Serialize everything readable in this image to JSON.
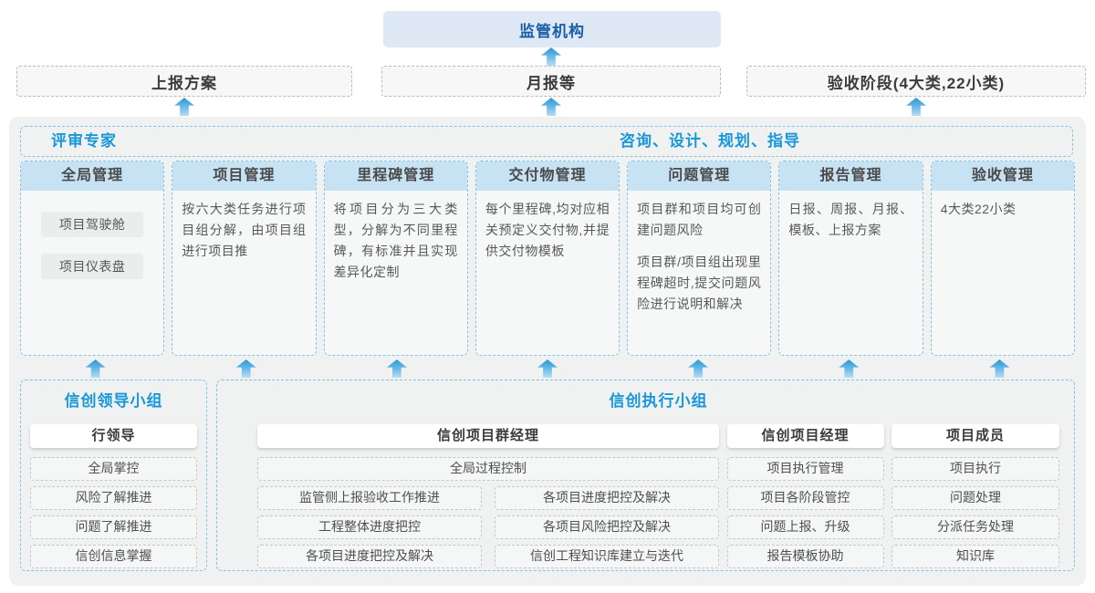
{
  "colors": {
    "accent_blue": "#1a97d8",
    "dark_blue": "#1a5fa8",
    "column_header_fill": "#c7e2f2",
    "dashed_blue_border": "#83c3e9",
    "arrow_blue": "#2b97d4"
  },
  "top": {
    "regulator_label": "监管机构",
    "report_boxes": [
      {
        "label": "上报方案"
      },
      {
        "label": "月报等"
      },
      {
        "label": "验收阶段(4大类,22小类)"
      }
    ]
  },
  "platform": {
    "expert_title": "评审专家",
    "advisory_title": "咨询、设计、规划、指导",
    "columns": [
      {
        "header": "全局管理",
        "pills": [
          "项目驾驶舱",
          "项目仪表盘"
        ]
      },
      {
        "header": "项目管理",
        "paragraphs": [
          "按六大类任务进行项目组分解，由项目组进行项目推"
        ]
      },
      {
        "header": "里程碑管理",
        "paragraphs": [
          "将项目分为三大类型，分解为不同里程碑，有标准并且实现差异化定制"
        ]
      },
      {
        "header": "交付物管理",
        "paragraphs": [
          "每个里程碑,均对应相关预定义交付物,并提供交付物模板"
        ]
      },
      {
        "header": "问题管理",
        "paragraphs": [
          "项目群和项目均可创建问题风险",
          "项目群/项目组出现里程碑超时,提交问题风险进行说明和解决"
        ]
      },
      {
        "header": "报告管理",
        "paragraphs": [
          "日报、周报、月报、模板、上报方案"
        ]
      },
      {
        "header": "验收管理",
        "paragraphs": [
          "4大类22小类"
        ]
      }
    ]
  },
  "teams": {
    "leader_group": {
      "title": "信创领导小组",
      "role": "行领导",
      "items": [
        "全局掌控",
        "风险了解推进",
        "问题了解推进",
        "信创信息掌握"
      ]
    },
    "exec_group": {
      "title": "信创执行小组",
      "program_manager": {
        "role": "信创项目群经理",
        "span_item": "全局过程控制",
        "left_items": [
          "监管侧上报验收工作推进",
          "工程整体进度把控",
          "各项目进度把控及解决"
        ],
        "right_items": [
          "各项目进度把控及解决",
          "各项目风险把控及解决",
          "信创工程知识库建立与迭代"
        ]
      },
      "project_manager": {
        "role": "信创项目经理",
        "items": [
          "项目执行管理",
          "项目各阶段管控",
          "问题上报、升级",
          "报告模板协助"
        ]
      },
      "member": {
        "role": "项目成员",
        "items": [
          "项目执行",
          "问题处理",
          "分派任务处理",
          "知识库"
        ]
      }
    }
  }
}
